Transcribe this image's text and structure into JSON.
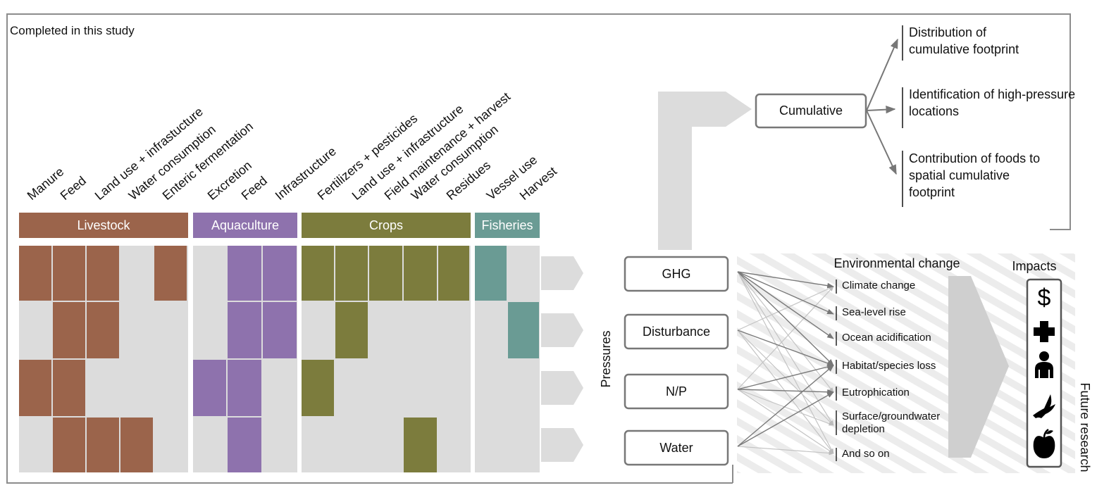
{
  "study_label": "Completed in this study",
  "activity_labels": [
    "Manure",
    "Feed",
    "Land use + infrastucture",
    "Water consumption",
    "Enteric fermentation",
    "Excretion",
    "Feed",
    "Infrastructure",
    "Fertilizers + pesticides",
    "Land use + infrastructure",
    "Field maintenance + harvest",
    "Water consumption",
    "Residues",
    "Vessel use",
    "Harvest"
  ],
  "groups": [
    {
      "name": "Livestock",
      "color": "#9b644b"
    },
    {
      "name": "Aquaculture",
      "color": "#8e72ad"
    },
    {
      "name": "Crops",
      "color": "#7c7c3d"
    },
    {
      "name": "Fisheries",
      "color": "#6a9b94"
    }
  ],
  "matrix": [
    [
      1,
      1,
      1,
      0,
      1,
      0,
      1,
      1,
      1,
      1,
      1,
      1,
      1,
      1,
      0
    ],
    [
      0,
      1,
      1,
      0,
      0,
      0,
      1,
      1,
      0,
      1,
      0,
      0,
      0,
      0,
      1
    ],
    [
      1,
      1,
      0,
      0,
      0,
      1,
      1,
      0,
      1,
      0,
      0,
      0,
      0,
      0,
      0
    ],
    [
      0,
      1,
      1,
      1,
      0,
      0,
      1,
      0,
      0,
      0,
      0,
      1,
      0,
      0,
      0
    ]
  ],
  "pressures_label": "Pressures",
  "pressures": [
    "GHG",
    "Disturbance",
    "N/P",
    "Water"
  ],
  "cumulative_label": "Cumulative",
  "outcomes": [
    "Distribution of cumulative footprint",
    "Identification of high-pressure locations",
    "Contribution of foods to spatial cumulative footprint"
  ],
  "env_change_title": "Environmental change",
  "env_changes": [
    "Climate change",
    "Sea-level rise",
    "Ocean acidification",
    "Habitat/species loss",
    "Eutrophication",
    "Surface/groundwater depletion",
    "And so on"
  ],
  "impacts_title": "Impacts",
  "impact_icons": [
    "dollar-icon",
    "health-cross-icon",
    "person-icon",
    "bird-icon",
    "apple-icon"
  ],
  "future_label": "Future research",
  "cell_empty_color": "#dcdcdc"
}
